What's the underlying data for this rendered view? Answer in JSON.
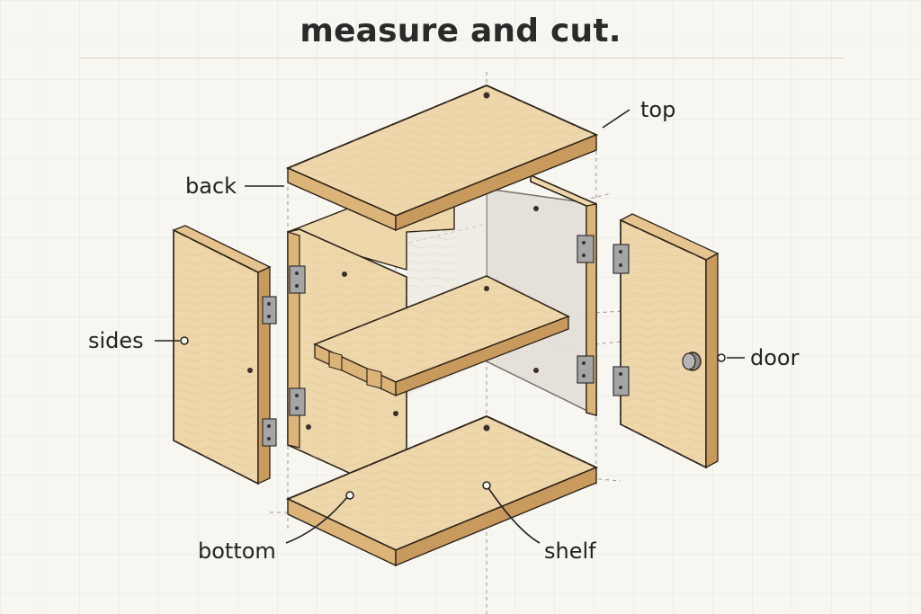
{
  "title": "measure and cut.",
  "labels": {
    "top": "top",
    "back": "back",
    "sides": "sides",
    "door": "door",
    "bottom": "bottom",
    "shelf": "shelf"
  },
  "colors": {
    "wood_face": "#efd7ac",
    "wood_edge": "#dcb47a",
    "wood_dark": "#c99a5e",
    "outline": "#2b2218",
    "back_panel": "#e4e0d9",
    "hinge": "#9b9b9b"
  },
  "icons": [
    "hinge-icon",
    "knob-icon",
    "screw-hole-icon"
  ]
}
